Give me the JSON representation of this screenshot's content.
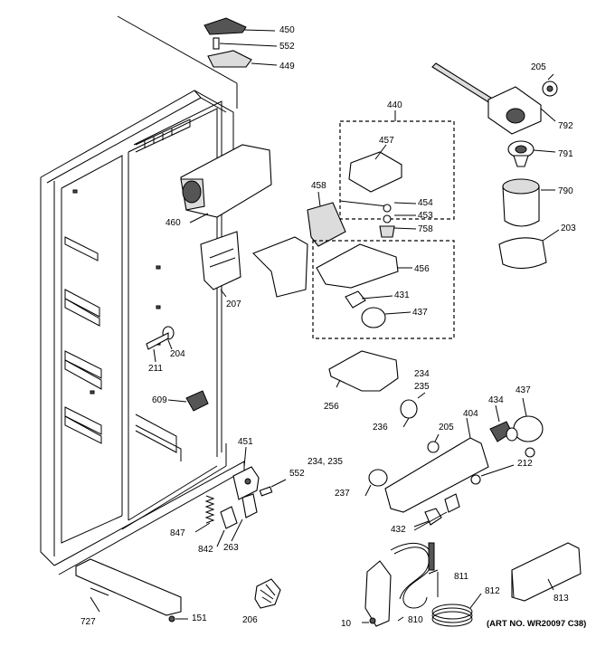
{
  "labels": {
    "p450": "450",
    "p552a": "552",
    "p449": "449",
    "p205a": "205",
    "p792": "792",
    "p791": "791",
    "p790": "790",
    "p203": "203",
    "p440": "440",
    "p457": "457",
    "p454": "454",
    "p453": "453",
    "p758": "758",
    "p456": "456",
    "p431": "431",
    "p437a": "437",
    "p458": "458",
    "p460": "460",
    "p207": "207",
    "p204": "204",
    "p211": "211",
    "p609": "609",
    "p256": "256",
    "p234a": "234",
    "p235a": "235",
    "p236": "236",
    "p434": "434",
    "p437b": "437",
    "p404": "404",
    "p205b": "205",
    "p212": "212",
    "p234_235": "234, 235",
    "p237": "237",
    "p432": "432",
    "p451": "451",
    "p552b": "552",
    "p847": "847",
    "p842": "842",
    "p263": "263",
    "p811": "811",
    "p812": "812",
    "p813": "813",
    "p810": "810",
    "p10": "10",
    "p727": "727",
    "p151": "151",
    "p206": "206"
  },
  "art_number": "(ART NO. WR20097 C38)"
}
